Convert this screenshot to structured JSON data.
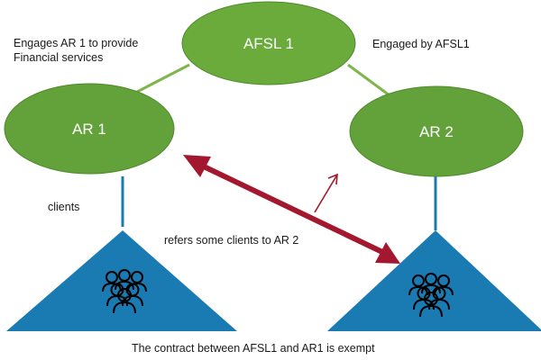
{
  "nodes": {
    "afsl1": {
      "label": "AFSL 1"
    },
    "ar1": {
      "label": "AR 1"
    },
    "ar2": {
      "label": "AR 2"
    }
  },
  "annotations": {
    "engages_line1": "Engages AR 1 to provide",
    "engages_line2": "Financial services",
    "engaged_by": "Engaged by AFSL1",
    "clients": "clients",
    "refers": "refers some clients to AR 2",
    "footer": "The contract between AFSL1 and AR1 is exempt"
  },
  "icons": {
    "client_group_left": "people-group-icon",
    "client_group_right": "people-group-icon"
  },
  "colors": {
    "node_fill": "#63a13a",
    "node_fill_light": "#6aab3c",
    "connector": "#7fb54c",
    "triangle": "#1a7bb3",
    "stem": "#1a7bb3",
    "arrow": "#a3182e"
  }
}
